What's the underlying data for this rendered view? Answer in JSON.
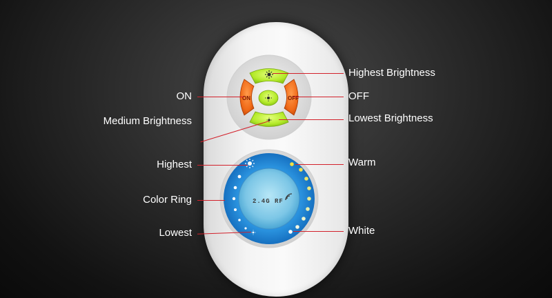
{
  "labels": {
    "highest_brightness": "Highest Brightness",
    "on": "ON",
    "off": "OFF",
    "medium_brightness": "Medium Brightness",
    "lowest_brightness": "Lowest Brightness",
    "highest": "Highest",
    "warm": "Warm",
    "color_ring": "Color Ring",
    "lowest": "Lowest",
    "white": "White"
  },
  "buttons": {
    "on_key": "ON",
    "off_key": "OFF"
  },
  "ring": {
    "center_text": "2.4G RF"
  },
  "icons": {
    "brightness_high": "sun-large-icon",
    "brightness_medium": "sun-medium-icon",
    "brightness_low": "sun-small-icon",
    "wireless": "wireless-signal-icon"
  },
  "colors": {
    "callout_line": "#d2202a",
    "on_off_keys": "#f06a18",
    "brightness_keys": "#c6f23c",
    "ring_blue": "#1e88d6",
    "ring_center": "#7ec8e8"
  }
}
